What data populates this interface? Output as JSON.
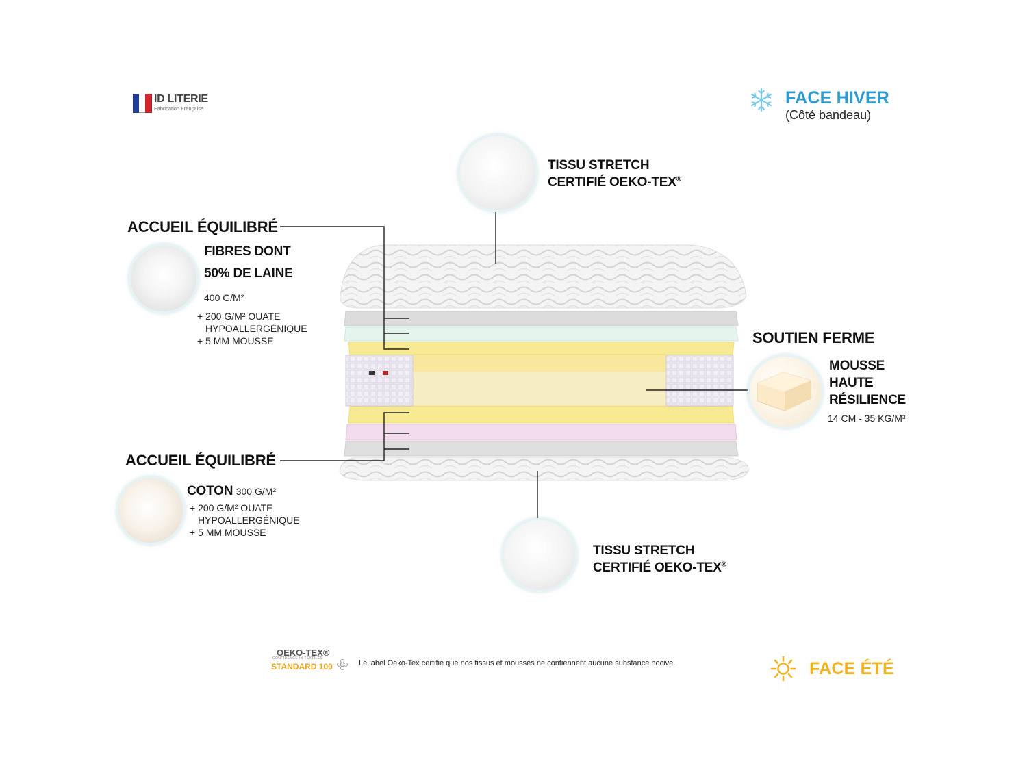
{
  "brand": {
    "name": "ID LITERIE",
    "tagline": "Fabrication Française"
  },
  "winter_face": {
    "title": "FACE HIVER",
    "subtitle": "(Côté bandeau)",
    "icon": "snowflake-icon",
    "color": "#2c9bd0"
  },
  "summer_face": {
    "title": "FACE ÉTÉ",
    "icon": "sun-icon",
    "color": "#f1b31c"
  },
  "top_fabric": {
    "line1": "TISSU STRETCH",
    "line2": "CERTIFIÉ OEKO-TEX",
    "mark": "®"
  },
  "bottom_fabric": {
    "line1": "TISSU STRETCH",
    "line2": "CERTIFIÉ OEKO-TEX",
    "mark": "®"
  },
  "top_comfort": {
    "heading": "ACCUEIL ÉQUILIBRÉ",
    "line1": "FIBRES DONT",
    "line2": "50% DE LAINE",
    "weight": "400 G/M²",
    "extra1": "+ 200 G/M² OUATE",
    "extra2": "HYPOALLERGÉNIQUE",
    "extra3": "+ 5 MM MOUSSE"
  },
  "bottom_comfort": {
    "heading": "ACCUEIL ÉQUILIBRÉ",
    "material": "COTON",
    "weight": "300 G/M²",
    "extra1": "+ 200 G/M² OUATE",
    "extra2": "HYPOALLERGÉNIQUE",
    "extra3": "+ 5 MM MOUSSE"
  },
  "support": {
    "heading": "SOUTIEN FERME",
    "line1": "MOUSSE",
    "line2": "HAUTE",
    "line3": "RÉSILIENCE",
    "spec": "14 CM - 35 KG/M³"
  },
  "oeko": {
    "brand": "OEKO-TEX®",
    "tagline": "CONFIDENCE IN TEXTILES",
    "standard": "STANDARD 100",
    "note": "Le label Oeko-Tex certifie que nos tissus et mousses ne contiennent aucune substance nocive."
  },
  "colors": {
    "quilt": "#f1f1f1",
    "grey_layer": "#d9d9d9",
    "mint_layer": "#e3f4ec",
    "yellow_layer": "#f8e98f",
    "core": "#f7ecc0",
    "pink_layer": "#f2dcec"
  }
}
